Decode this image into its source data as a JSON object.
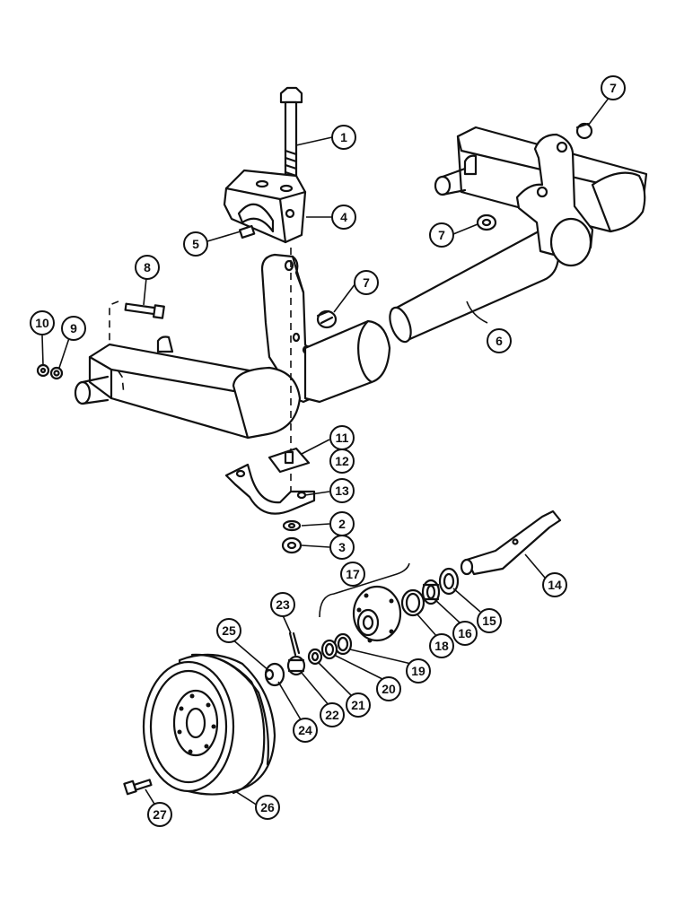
{
  "diagram": {
    "callouts": [
      {
        "id": "1",
        "label": "1"
      },
      {
        "id": "2",
        "label": "2"
      },
      {
        "id": "3",
        "label": "3"
      },
      {
        "id": "4",
        "label": "4"
      },
      {
        "id": "5",
        "label": "5"
      },
      {
        "id": "6",
        "label": "6"
      },
      {
        "id": "7a",
        "label": "7"
      },
      {
        "id": "7b",
        "label": "7"
      },
      {
        "id": "7c",
        "label": "7"
      },
      {
        "id": "8",
        "label": "8"
      },
      {
        "id": "9",
        "label": "9"
      },
      {
        "id": "10",
        "label": "10"
      },
      {
        "id": "11",
        "label": "11"
      },
      {
        "id": "12",
        "label": "12"
      },
      {
        "id": "13",
        "label": "13"
      },
      {
        "id": "14",
        "label": "14"
      },
      {
        "id": "15",
        "label": "15"
      },
      {
        "id": "16",
        "label": "16"
      },
      {
        "id": "17",
        "label": "17"
      },
      {
        "id": "18",
        "label": "18"
      },
      {
        "id": "19",
        "label": "19"
      },
      {
        "id": "20",
        "label": "20"
      },
      {
        "id": "21",
        "label": "21"
      },
      {
        "id": "22",
        "label": "22"
      },
      {
        "id": "23",
        "label": "23"
      },
      {
        "id": "24",
        "label": "24"
      },
      {
        "id": "25",
        "label": "25"
      },
      {
        "id": "26",
        "label": "26"
      },
      {
        "id": "27",
        "label": "27"
      }
    ]
  }
}
